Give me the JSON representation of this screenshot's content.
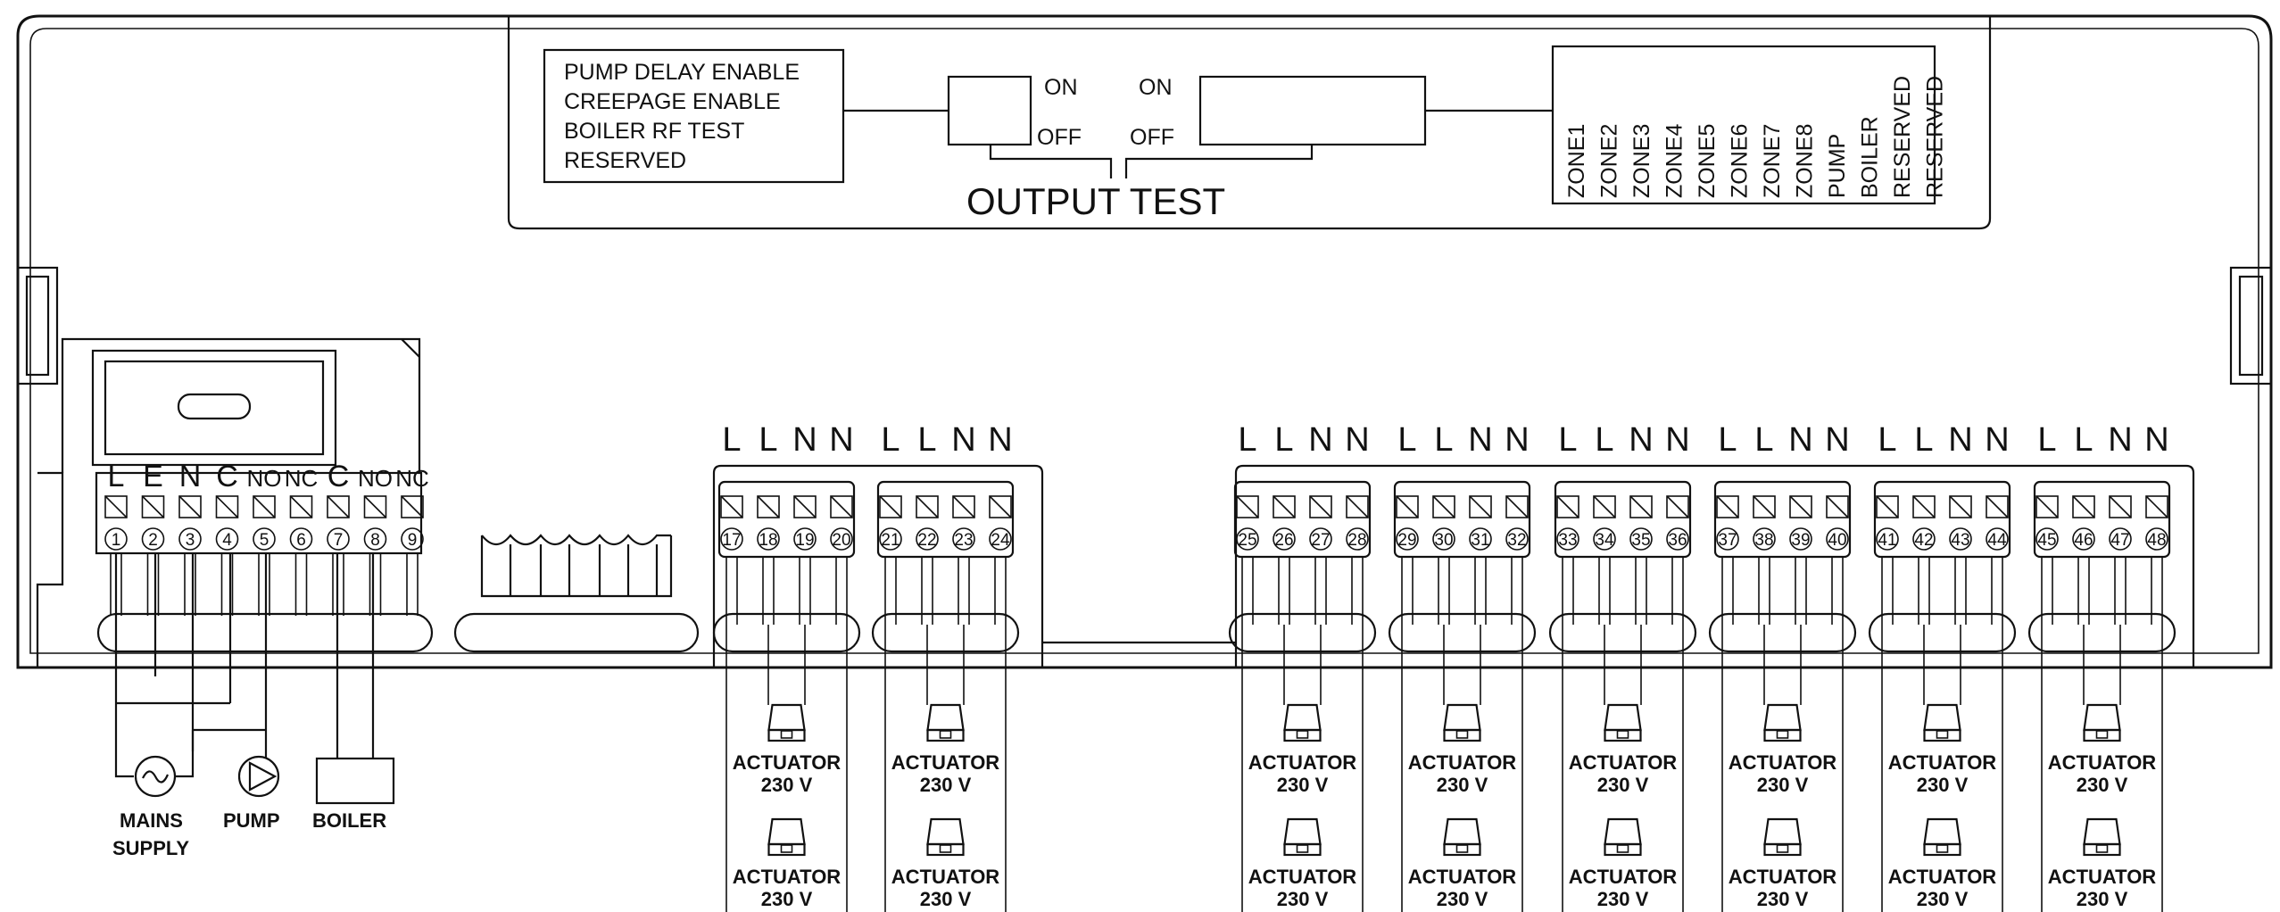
{
  "panel": {
    "options_box": [
      "PUMP DELAY ENABLE",
      "CREEPAGE ENABLE",
      "BOILER RF TEST",
      "RESERVED"
    ],
    "switch_left": {
      "on": "ON",
      "off": "OFF"
    },
    "switch_right": {
      "on": "ON",
      "off": "OFF"
    },
    "output_test": "OUTPUT TEST",
    "zone_labels": [
      "ZONE1",
      "ZONE2",
      "ZONE3",
      "ZONE4",
      "ZONE5",
      "ZONE6",
      "ZONE7",
      "ZONE8",
      "PUMP",
      "BOILER",
      "RESERVED",
      "RESERVED"
    ]
  },
  "mains_block": {
    "labels": [
      "L",
      "E",
      "N",
      "C",
      "NO",
      "NC",
      "C",
      "NO",
      "NC"
    ],
    "numbers": [
      "1",
      "2",
      "3",
      "4",
      "5",
      "6",
      "7",
      "8",
      "9"
    ]
  },
  "zone_blocks": [
    {
      "labels": [
        "L",
        "L",
        "N",
        "N"
      ],
      "numbers": [
        "17",
        "18",
        "19",
        "20"
      ],
      "actuators": [
        {
          "name": "ACTUATOR",
          "voltage": "230 V"
        },
        {
          "name": "ACTUATOR",
          "voltage": "230 V"
        }
      ]
    },
    {
      "labels": [
        "L",
        "L",
        "N",
        "N"
      ],
      "numbers": [
        "21",
        "22",
        "23",
        "24"
      ],
      "actuators": [
        {
          "name": "ACTUATOR",
          "voltage": "230 V"
        },
        {
          "name": "ACTUATOR",
          "voltage": "230 V"
        }
      ]
    },
    {
      "labels": [
        "L",
        "L",
        "N",
        "N"
      ],
      "numbers": [
        "25",
        "26",
        "27",
        "28"
      ],
      "actuators": [
        {
          "name": "ACTUATOR",
          "voltage": "230 V"
        },
        {
          "name": "ACTUATOR",
          "voltage": "230 V"
        }
      ]
    },
    {
      "labels": [
        "L",
        "L",
        "N",
        "N"
      ],
      "numbers": [
        "29",
        "30",
        "31",
        "32"
      ],
      "actuators": [
        {
          "name": "ACTUATOR",
          "voltage": "230 V"
        },
        {
          "name": "ACTUATOR",
          "voltage": "230 V"
        }
      ]
    },
    {
      "labels": [
        "L",
        "L",
        "N",
        "N"
      ],
      "numbers": [
        "33",
        "34",
        "35",
        "36"
      ],
      "actuators": [
        {
          "name": "ACTUATOR",
          "voltage": "230 V"
        },
        {
          "name": "ACTUATOR",
          "voltage": "230 V"
        }
      ]
    },
    {
      "labels": [
        "L",
        "L",
        "N",
        "N"
      ],
      "numbers": [
        "37",
        "38",
        "39",
        "40"
      ],
      "actuators": [
        {
          "name": "ACTUATOR",
          "voltage": "230 V"
        },
        {
          "name": "ACTUATOR",
          "voltage": "230 V"
        }
      ]
    },
    {
      "labels": [
        "L",
        "L",
        "N",
        "N"
      ],
      "numbers": [
        "41",
        "42",
        "43",
        "44"
      ],
      "actuators": [
        {
          "name": "ACTUATOR",
          "voltage": "230 V"
        },
        {
          "name": "ACTUATOR",
          "voltage": "230 V"
        }
      ]
    },
    {
      "labels": [
        "L",
        "L",
        "N",
        "N"
      ],
      "numbers": [
        "45",
        "46",
        "47",
        "48"
      ],
      "actuators": [
        {
          "name": "ACTUATOR",
          "voltage": "230 V"
        },
        {
          "name": "ACTUATOR",
          "voltage": "230 V"
        }
      ]
    }
  ],
  "devices": {
    "mains": "MAINS",
    "supply": "SUPPLY",
    "pump": "PUMP",
    "boiler": "BOILER"
  }
}
